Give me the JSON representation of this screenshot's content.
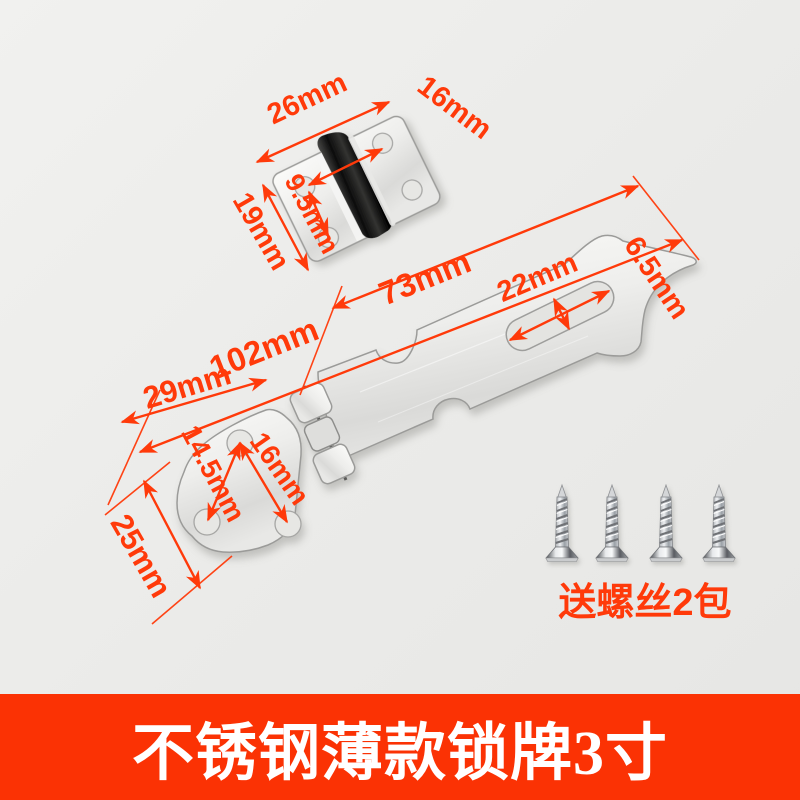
{
  "colors": {
    "accent": "#ff3a0a",
    "banner_bg": "#fb3204",
    "banner_text": "#ffffff",
    "background": "#ebebe9",
    "metal_stroke": "#9b9b99"
  },
  "staple_piece": {
    "description": "small hinged staple plate",
    "dims": {
      "width": "26mm",
      "hole_diagonal": "16mm",
      "hole_gap": "9.5mm",
      "height": "19mm"
    }
  },
  "hasp_piece": {
    "description": "long hasp strap with mounting plate",
    "dims": {
      "total_length": "102mm",
      "strap_length": "73mm",
      "slot_length": "22mm",
      "slot_width": "6.5mm",
      "plate_width": "29mm",
      "plate_hole_diag_left": "14.5mm",
      "plate_hole_diag_right": "16mm",
      "plate_height": "25mm"
    }
  },
  "screws": {
    "count": 4,
    "label": "送螺丝2包"
  },
  "banner": {
    "title": "不锈钢薄款锁牌3寸"
  }
}
